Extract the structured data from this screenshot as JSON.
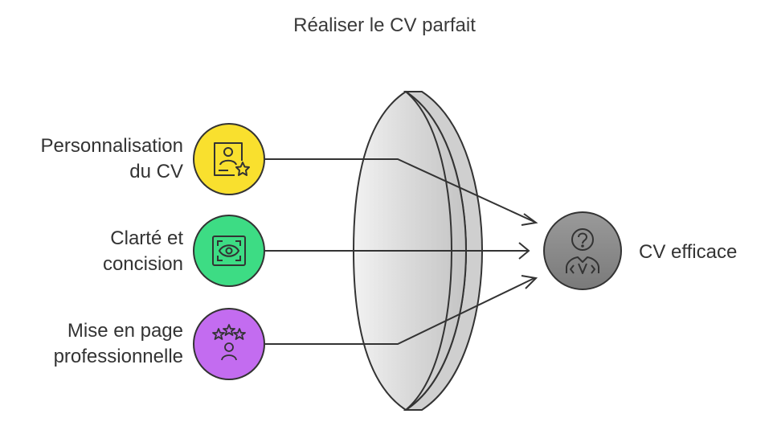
{
  "title": "Réaliser le CV parfait",
  "inputs": [
    {
      "line1": "Personnalisation",
      "line2": "du CV",
      "icon": "resume-star-icon",
      "color": "#f9e02e"
    },
    {
      "line1": "Clarté et",
      "line2": "concision",
      "icon": "eye-focus-icon",
      "color": "#3ddc84"
    },
    {
      "line1": "Mise en page",
      "line2": "professionnelle",
      "icon": "stars-person-icon",
      "color": "#c36cf0"
    }
  ],
  "output": {
    "label": "CV efficace",
    "icon": "question-person-icon",
    "color": "#8a8a8a"
  }
}
